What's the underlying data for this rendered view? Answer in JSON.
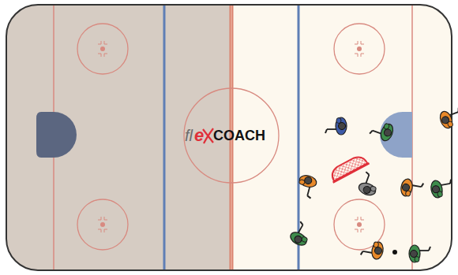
{
  "diagram": {
    "labels": [
      "fl",
      "e",
      "COACH"
    ]
  }
}
